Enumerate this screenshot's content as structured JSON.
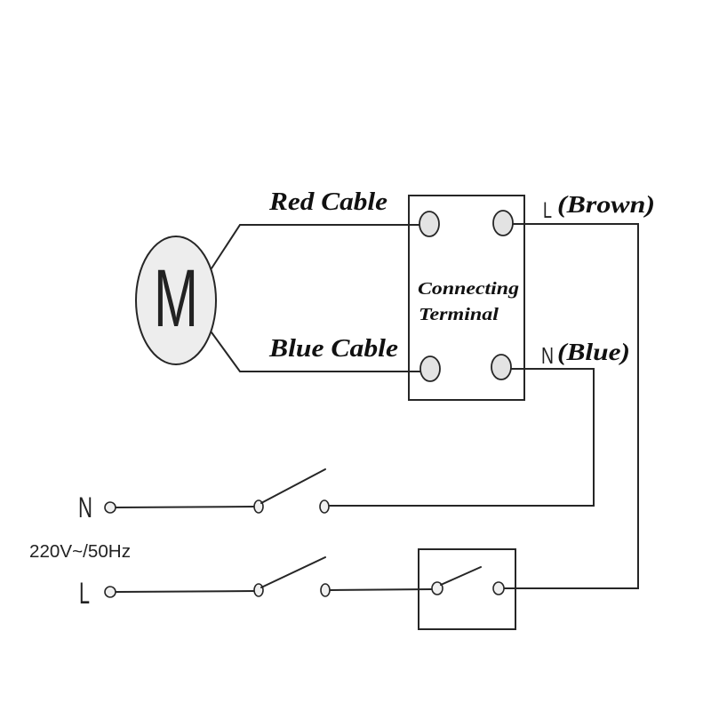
{
  "motor": {
    "label": "M"
  },
  "cables": {
    "red_label": "Red Cable",
    "blue_label": "Blue Cable"
  },
  "terminal": {
    "lines": [
      "Connecting",
      "Terminal"
    ]
  },
  "outputs": {
    "live": {
      "letter": "L",
      "color_label": "(Brown)"
    },
    "neutral": {
      "letter": "N",
      "color_label": "(Blue)"
    }
  },
  "supply": {
    "neutral_label": "N",
    "rating": "220V~/50Hz",
    "live_label": "L"
  }
}
